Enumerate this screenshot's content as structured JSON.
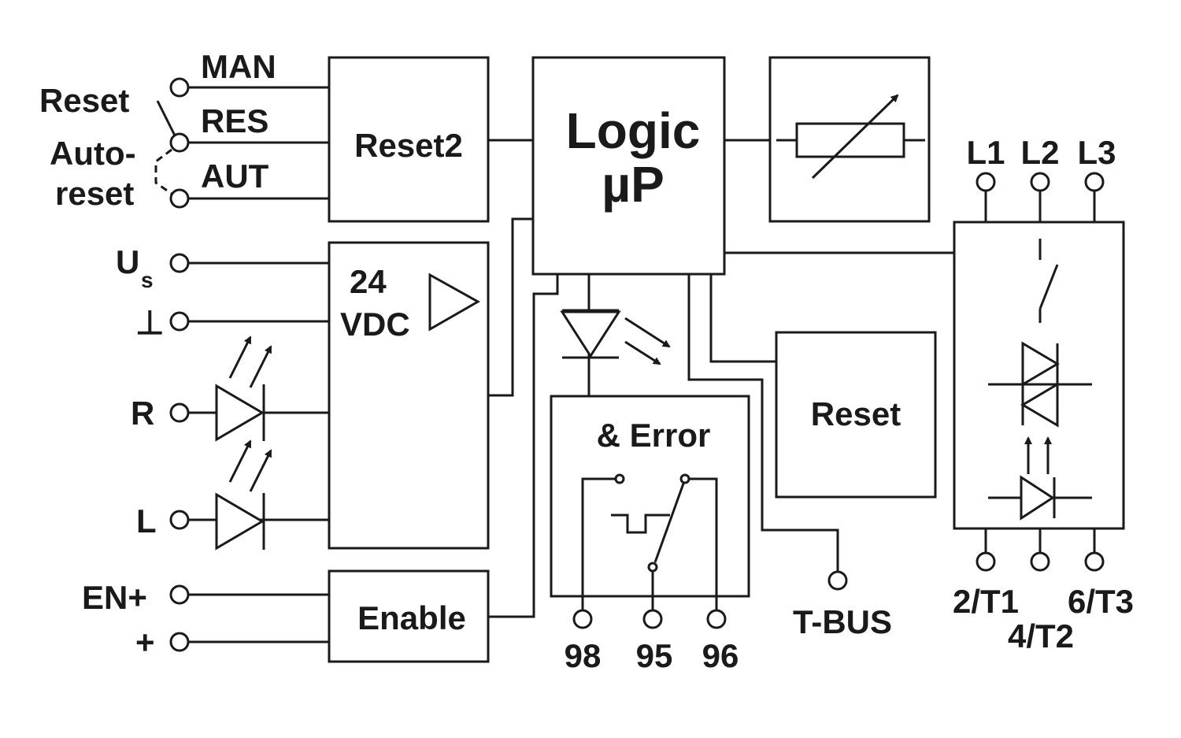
{
  "reset_switch": {
    "man": "MAN",
    "res": "RES",
    "aut": "AUT",
    "reset": "Reset",
    "auto_line1": "Auto-",
    "auto_line2": "reset"
  },
  "supply": {
    "us": "U",
    "us_sub": "s",
    "ground": "⊥",
    "r": "R",
    "l": "L",
    "en_plus": "EN+",
    "plus": "+"
  },
  "blocks": {
    "reset2": "Reset2",
    "supply_line1": "24",
    "supply_line2": "VDC",
    "enable": "Enable",
    "logic_line1": "Logic",
    "logic_line2": "µP",
    "error": "& Error",
    "reset": "Reset"
  },
  "relay_terminals": [
    "98",
    "95",
    "96"
  ],
  "tbus": "T-BUS",
  "line_terminals": [
    "L1",
    "L2",
    "L3"
  ],
  "load_terminals": [
    "2/T1",
    "4/T2",
    "6/T3"
  ]
}
